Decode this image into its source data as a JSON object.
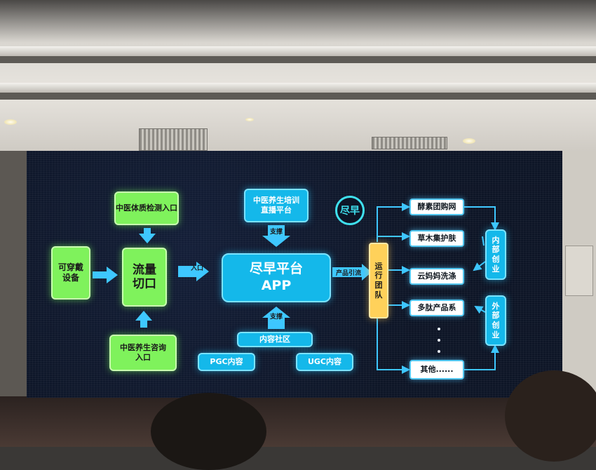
{
  "diagram": {
    "logo": "尽早",
    "left_column": {
      "top": "中医体质检测入口",
      "middle": "流量切口",
      "left": "可穿戴设备",
      "bottom": "中医养生咨询入口"
    },
    "center": {
      "top": "中医养生培训直播平台",
      "support_top": "支撑",
      "main_line1": "尽早平台",
      "main_line2": "APP",
      "support_bottom": "支撑",
      "community": "内容社区",
      "pgc": "PGC内容",
      "ugc": "UGC内容",
      "entry_label": "入口"
    },
    "right": {
      "traffic_label": "产品引流",
      "ops_team": "运行团队",
      "products": [
        "酵素团购网",
        "草木集护肤",
        "云妈妈洗涤",
        "多肽产品系"
      ],
      "ellipsis": "......",
      "other": "其他......",
      "internal": "内部创业",
      "external": "外部创业"
    }
  }
}
